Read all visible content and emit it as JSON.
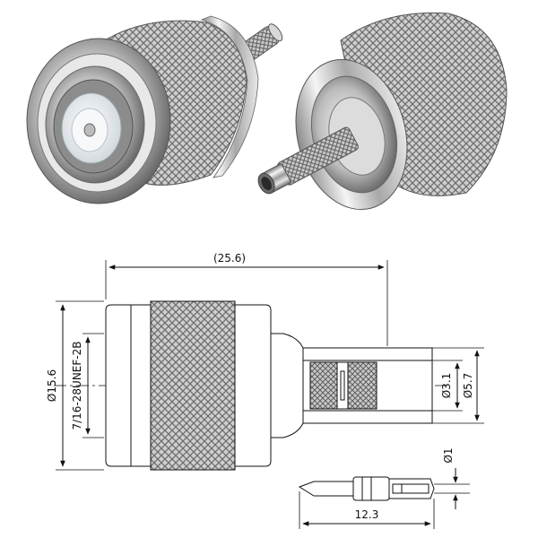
{
  "photo": {
    "front_connector": "tnc-plug-front-view",
    "rear_connector": "tnc-plug-crimp-sleeve-view"
  },
  "drawing": {
    "overall_length": "(25.6)",
    "body_diameter": "Ø15.6",
    "thread_spec": "7/16-28UNEF-2B",
    "sleeve_inner_diameter": "Ø3.1",
    "sleeve_outer_diameter": "Ø5.7",
    "pin_diameter": "Ø1",
    "pin_length": "12.3"
  },
  "colors": {
    "line": "#111111",
    "metal_light": "#f2f2f2",
    "metal_mid": "#b9b9b9",
    "metal_dark": "#4a4a4a",
    "insulator": "#e9eef2"
  }
}
